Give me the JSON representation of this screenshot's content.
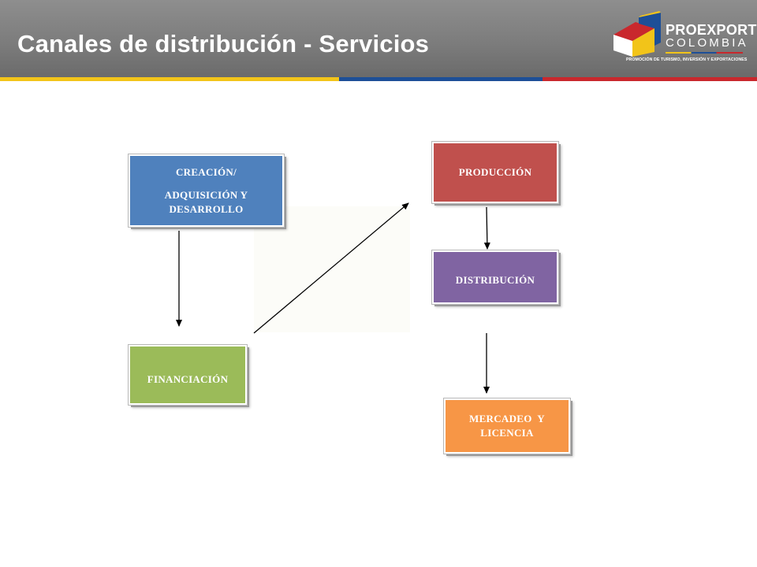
{
  "header": {
    "title": "Canales de distribución - Servicios"
  },
  "logo": {
    "name_line1": "PROEXPORT",
    "name_line2": "COLOMBIA",
    "tagline": "PROMOCIÓN DE TURISMO, INVERSIÓN Y EXPORTACIONES"
  },
  "colors": {
    "header_gray": "#7c7c7c",
    "stripe_yellow": "#f2c419",
    "stripe_blue": "#1d4f97",
    "stripe_red": "#c9282d",
    "creacion": "#4f81bd",
    "financiacion": "#9bbb59",
    "produccion": "#c0504d",
    "distribucion": "#8064a2",
    "mercadeo": "#f79646"
  },
  "diagram": {
    "nodes": {
      "creacion": {
        "lines": [
          "CREACIÓN/",
          "ADQUISICIÓN Y",
          "DESARROLLO"
        ]
      },
      "financiacion": {
        "label": "FINANCIACIÓN"
      },
      "produccion": {
        "label": "PRODUCCIÓN"
      },
      "distribucion": {
        "label": "DISTRIBUCIÓN"
      },
      "mercadeo": {
        "lines": [
          "MERCADEO  Y",
          "LICENCIA"
        ]
      }
    },
    "edges": [
      {
        "from": "creacion",
        "to": "financiacion"
      },
      {
        "from": "financiacion",
        "to": "produccion"
      },
      {
        "from": "produccion",
        "to": "distribucion"
      },
      {
        "from": "distribucion",
        "to": "mercadeo"
      }
    ]
  }
}
